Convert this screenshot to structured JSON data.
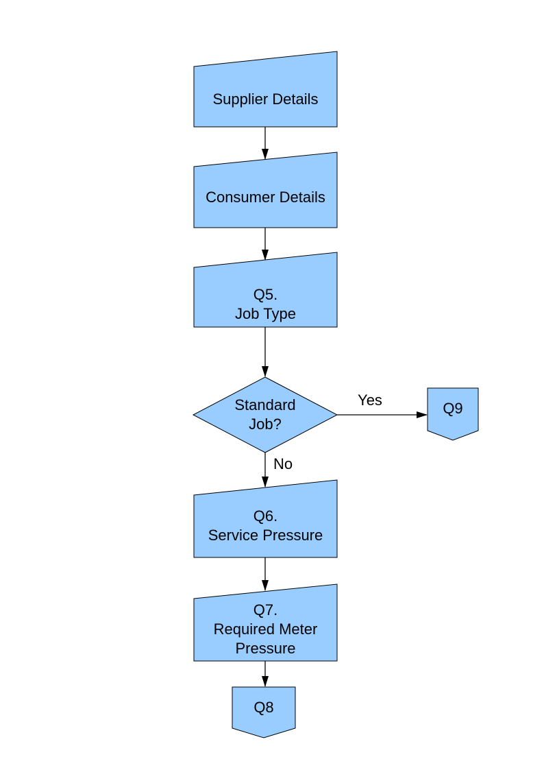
{
  "diagram": {
    "nodes": {
      "supplier": {
        "label": "Supplier Details"
      },
      "consumer": {
        "label": "Consumer Details"
      },
      "q5": {
        "label": "Q5.\nJob Type"
      },
      "decision": {
        "label": "Standard\nJob?"
      },
      "q9": {
        "label": "Q9"
      },
      "q6": {
        "label": "Q6.\nService Pressure"
      },
      "q7": {
        "label": "Q7.\nRequired Meter\nPressure"
      },
      "q8": {
        "label": "Q8"
      }
    },
    "edge_labels": {
      "yes": "Yes",
      "no": "No"
    }
  },
  "colors": {
    "background": "#FFFFFF",
    "node_fill": "#99CCFF",
    "node_border": "#000000",
    "arrow": "#000000",
    "text": "#000000"
  }
}
